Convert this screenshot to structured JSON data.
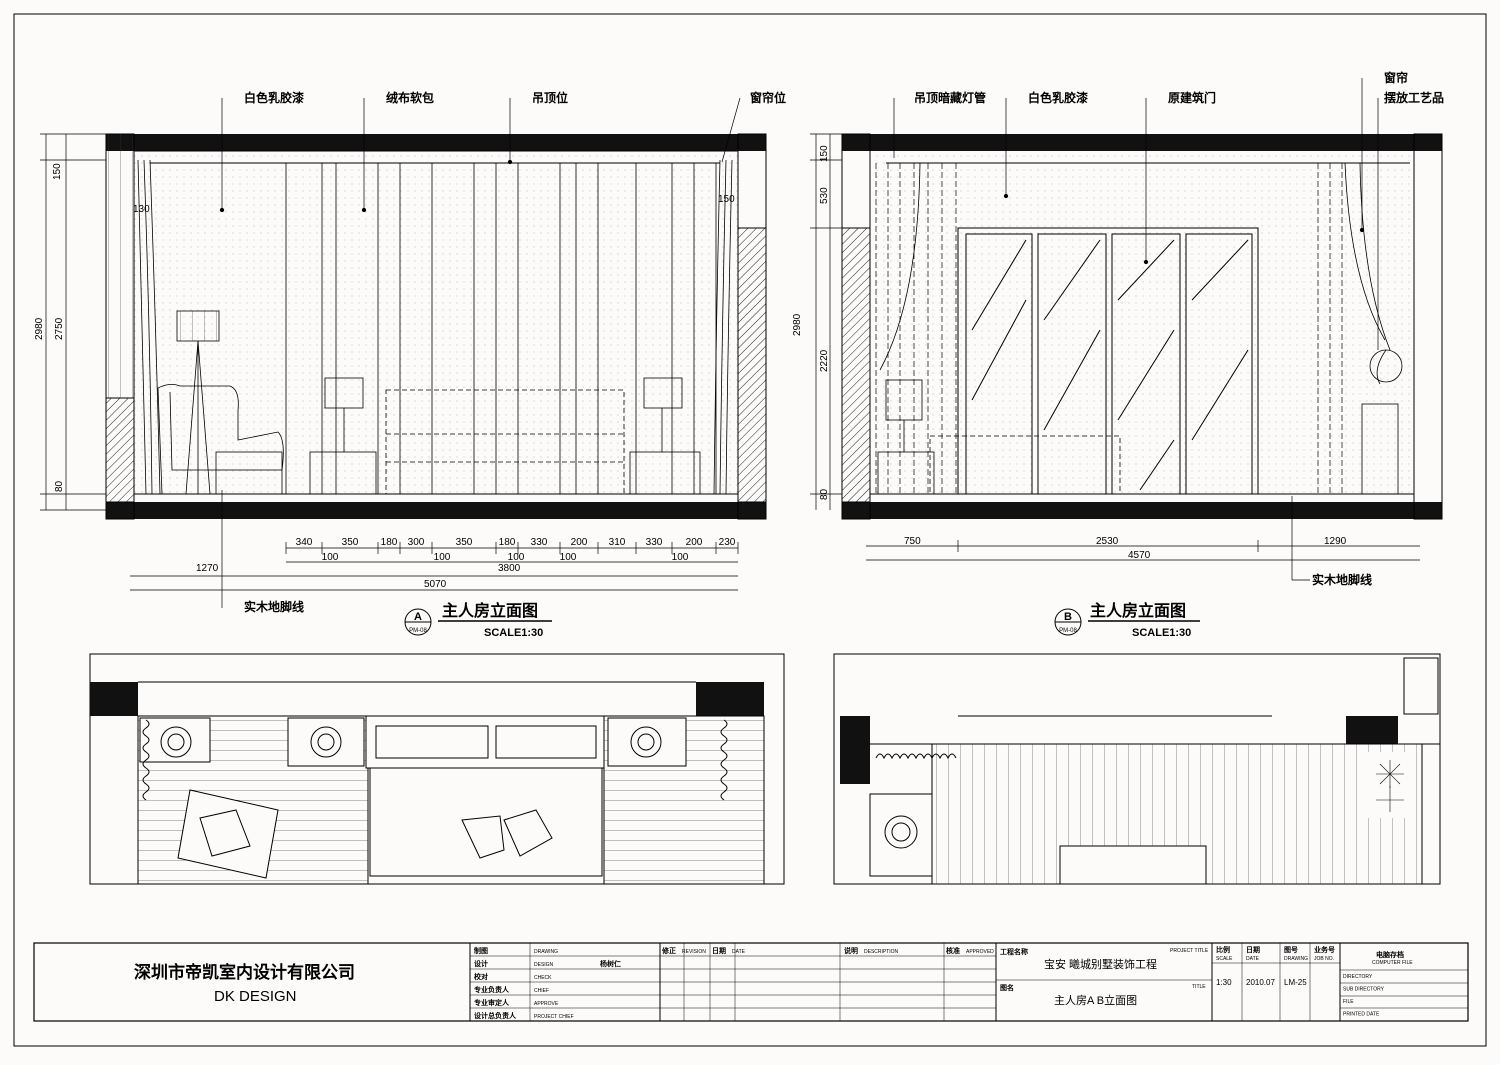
{
  "elevation_a": {
    "labels": [
      "白色乳胶漆",
      "绒布软包",
      "吊顶位",
      "窗帘位"
    ],
    "baseboard": "实木地脚线",
    "title": "主人房立面图",
    "scale": "SCALE1:30",
    "tag": "A",
    "tag_ref": "PM-08",
    "dims_v": [
      "150",
      "2980",
      "2750",
      "80"
    ],
    "dims_side": [
      "130",
      "150"
    ],
    "dims_top": [
      "340",
      "350",
      "180",
      "300",
      "350",
      "180",
      "330",
      "200",
      "310",
      "330",
      "200",
      "230"
    ],
    "dims_mid": [
      "100",
      "100",
      "100",
      "100",
      "100"
    ],
    "dims_row2": [
      "1270",
      "3800"
    ],
    "dims_total": "5070"
  },
  "elevation_b": {
    "labels": [
      "吊顶暗藏灯管",
      "白色乳胶漆",
      "原建筑门",
      "窗帘",
      "摆放工艺品"
    ],
    "baseboard": "实木地脚线",
    "title": "主人房立面图",
    "scale": "SCALE1:30",
    "tag": "B",
    "tag_ref": "PM-08",
    "dims_v": [
      "150",
      "530",
      "2980",
      "2220",
      "80"
    ],
    "dims_top": [
      "750",
      "2530",
      "1290"
    ],
    "dims_total": "4570"
  },
  "title_block": {
    "company_cn": "深圳市帝凯室内设计有限公司",
    "company_en": "DK    DESIGN",
    "roles": [
      {
        "cn": "制图",
        "en": "DRAWING"
      },
      {
        "cn": "设计",
        "en": "DESIGN"
      },
      {
        "cn": "校对",
        "en": "CHECK"
      },
      {
        "cn": "专业负责人",
        "en": "CHIEF"
      },
      {
        "cn": "专业审定人",
        "en": "APPROVE"
      },
      {
        "cn": "设计总负责人",
        "en": "PROJECT CHIEF"
      }
    ],
    "designer": "杨树仁",
    "revision_headers": [
      {
        "cn": "修正",
        "en": "REVISION"
      },
      {
        "cn": "日期",
        "en": "DATE"
      },
      {
        "cn": "说明",
        "en": "DESCRIPTION"
      },
      {
        "cn": "核准",
        "en": "APPROVED"
      }
    ],
    "project_label_cn": "工程名称",
    "project_label_en": "PROJECT TITLE",
    "project_title": "宝安 曦城别墅装饰工程",
    "drawing_label_cn": "图名",
    "drawing_label_en": "TITLE",
    "drawing_title": "主人房A B立面图",
    "meta": [
      {
        "cn": "比例",
        "en": "SCALE",
        "value": "1:30"
      },
      {
        "cn": "日期",
        "en": "DATE",
        "value": "2010.07"
      },
      {
        "cn": "图号",
        "en": "DRAWING",
        "value": "LM-25"
      },
      {
        "cn": "业务号",
        "en": "JOB NO.",
        "value": ""
      }
    ],
    "archive_cn": "电脑存档",
    "archive_en": "COMPUTER FILE",
    "archive_rows": [
      "DIRECTORY",
      "SUB DIRECTORY",
      "FILE",
      "PRINTED DATE"
    ]
  }
}
